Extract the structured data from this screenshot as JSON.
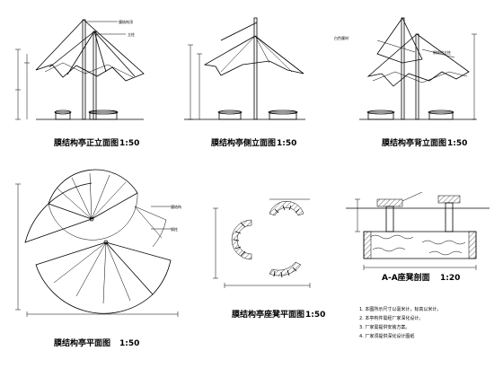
{
  "views": {
    "front_title": "膜结构亭正立面图",
    "front_scale": "1:50",
    "side_title": "膜结构亭侧立面图",
    "side_scale": "1:50",
    "back_title": "膜结构亭背立面图",
    "back_scale": "1:50",
    "plan_title": "膜结构亭平面图",
    "plan_scale": "1:50",
    "seat_title": "膜结构亭座凳平面图",
    "seat_scale": "1:50",
    "section_title": "A-A座凳剖面",
    "section_scale": "1:20"
  },
  "notes": {
    "n1": "1. 本图所示尺寸以毫米计，标高以米计。",
    "n2": "2. 本亭构件需经厂家深化设计。",
    "n3": "3. 厂家需提供安装方案。",
    "n4": "4. 厂家须提供深化设计图纸"
  }
}
